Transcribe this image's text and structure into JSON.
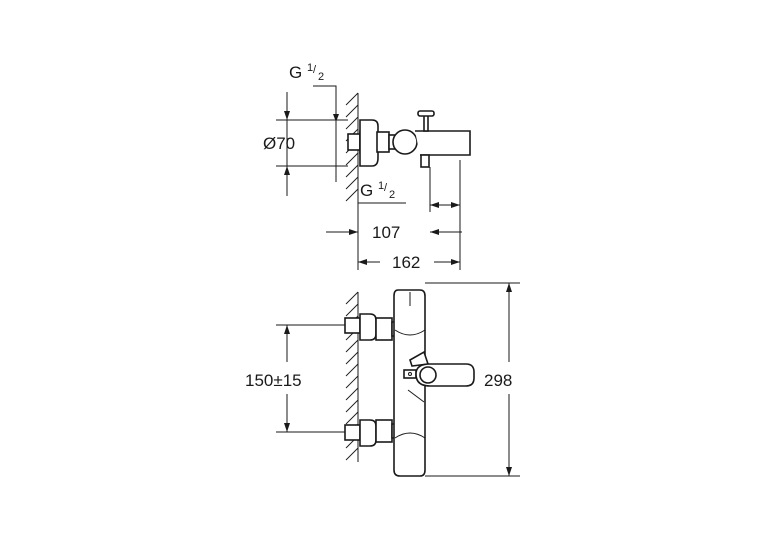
{
  "top_view": {
    "thread_inlet": {
      "main": "G",
      "num": "1",
      "den": "2"
    },
    "diameter_label": "Ø70",
    "thread_outlet": {
      "main": "G",
      "num": "1",
      "den": "2"
    },
    "dim_spout": "107",
    "dim_depth": "162"
  },
  "front_view": {
    "dim_centers": "150±15",
    "dim_height": "298"
  }
}
